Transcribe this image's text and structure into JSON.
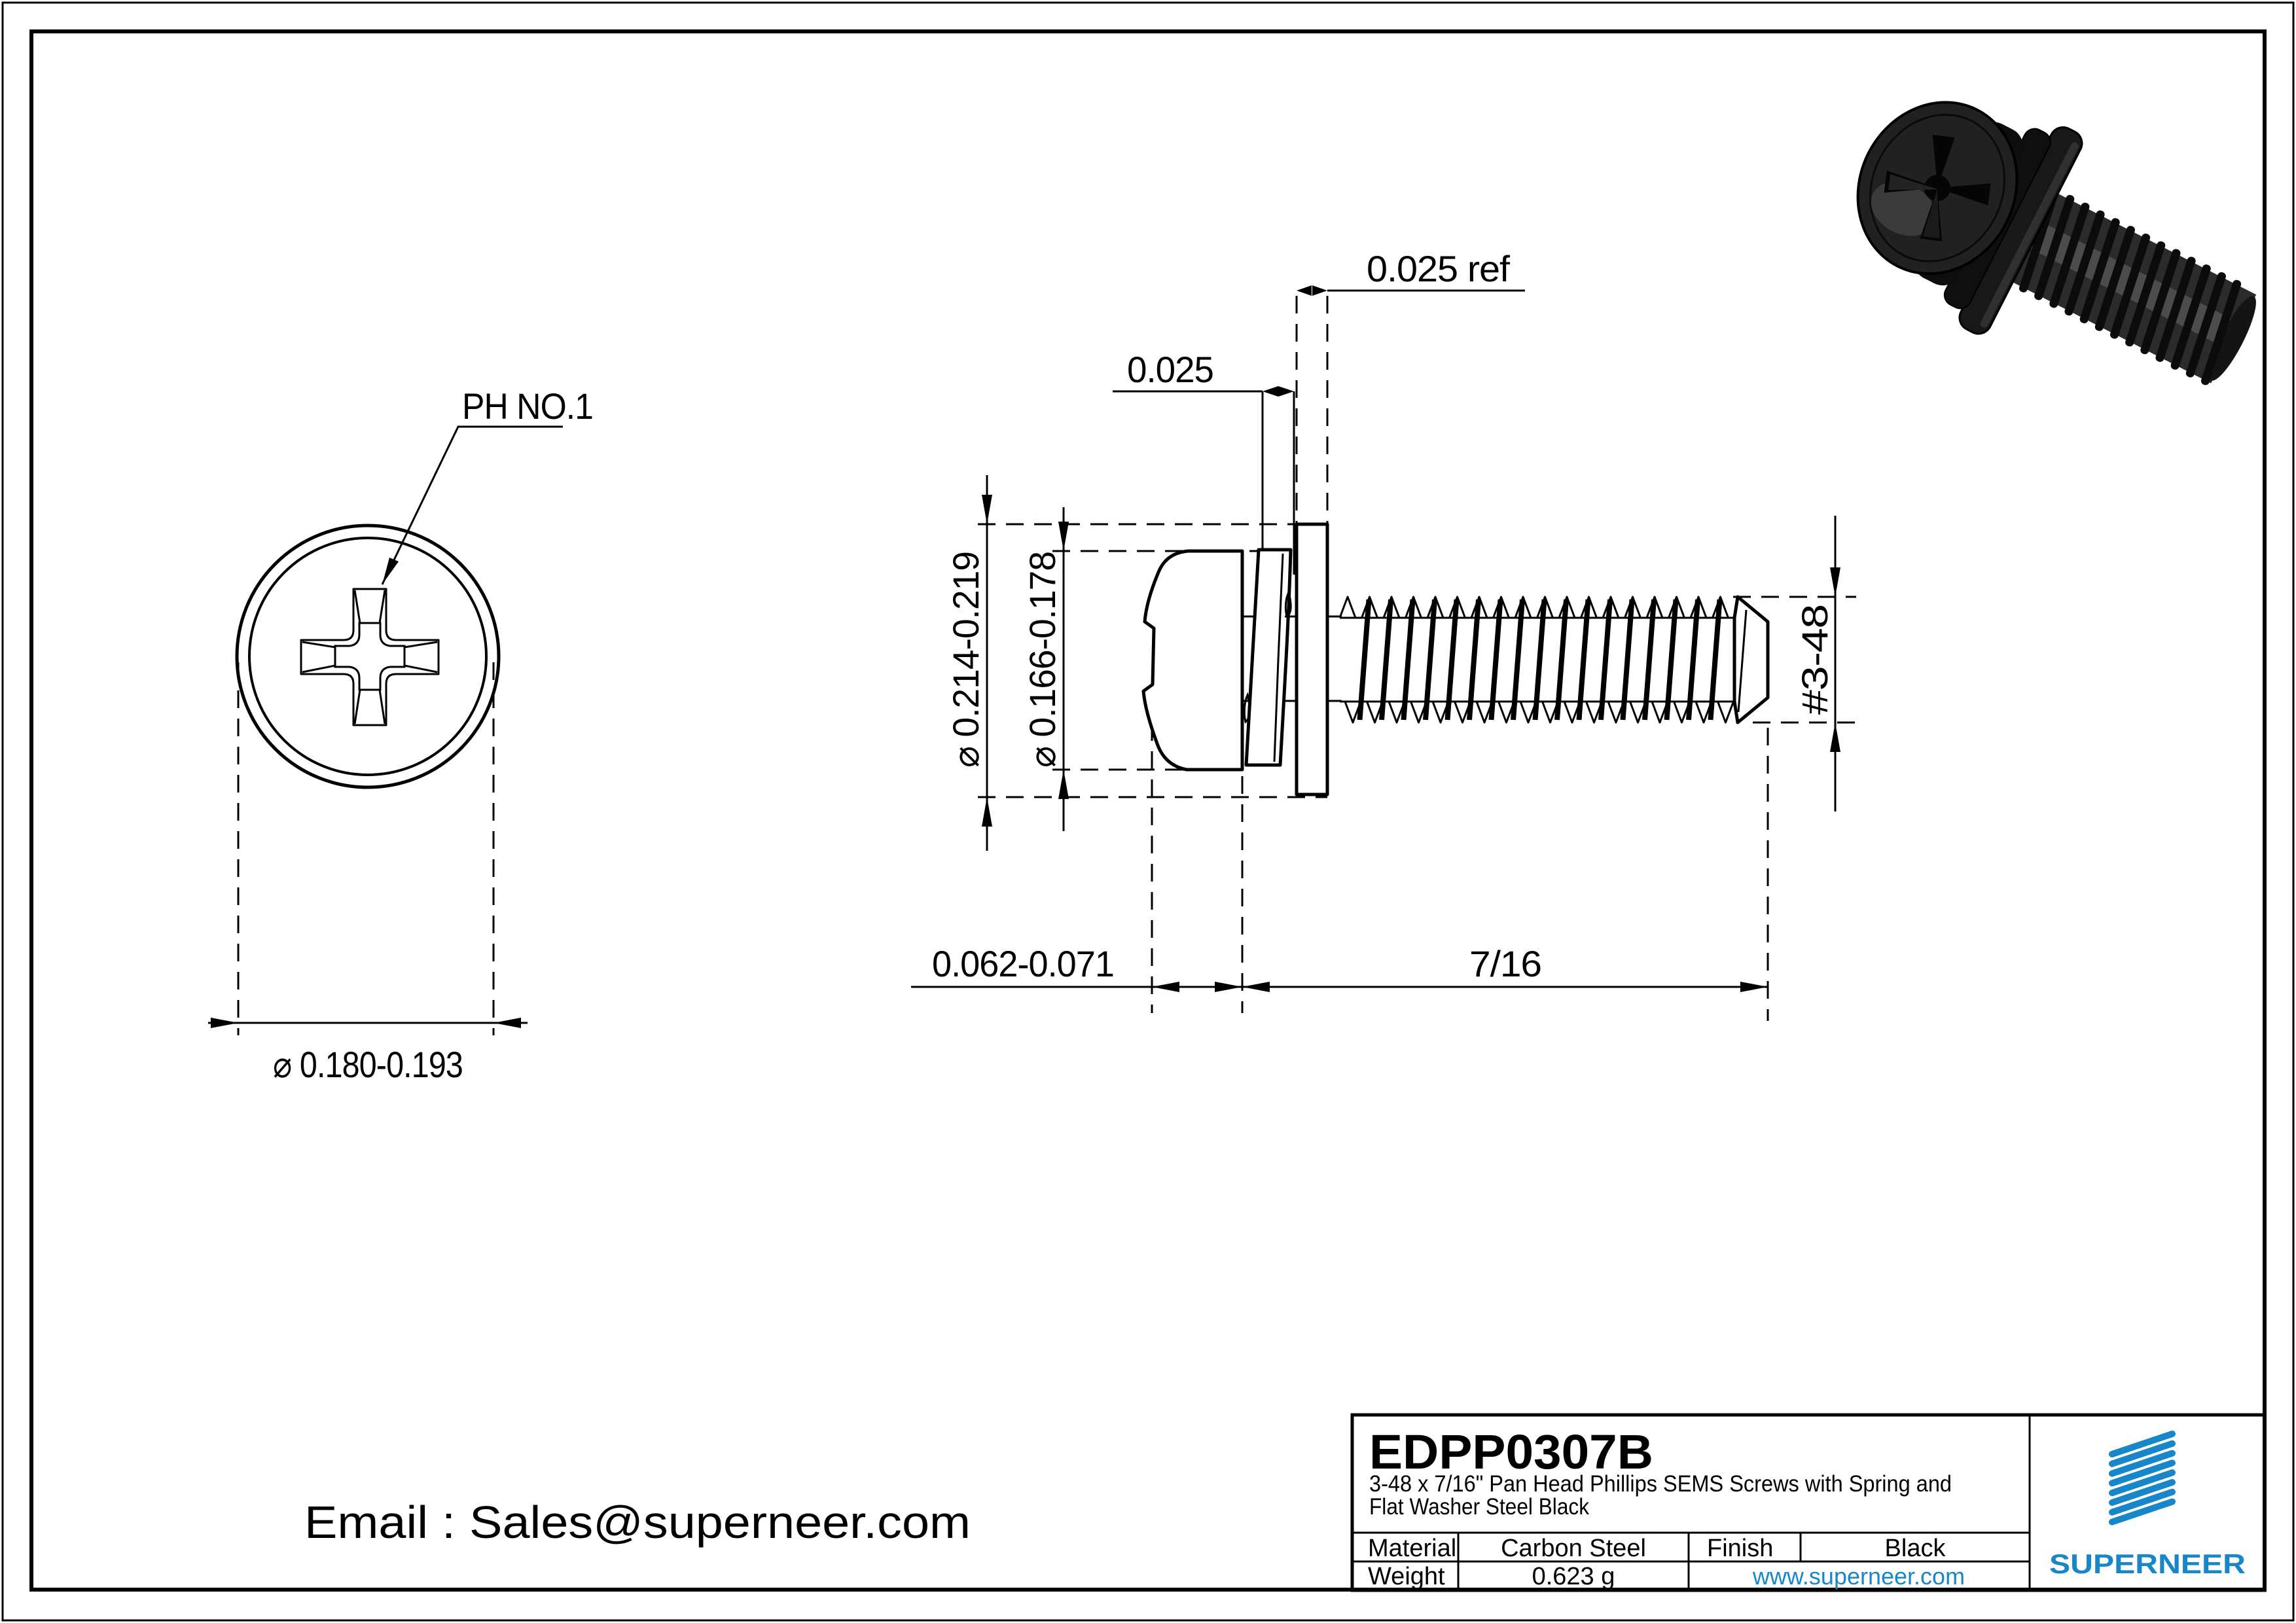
{
  "accent_color": "#1787c9",
  "views": {
    "front": {
      "phillips_label": "PH NO.1",
      "head_diameter": "⌀ 0.180-0.193"
    },
    "side": {
      "flat_washer_thickness": "0.025 ref",
      "spring_washer_thickness": "0.025",
      "washer_od": "⌀ 0.214-0.219",
      "head_od": "⌀ 0.166-0.178",
      "head_height": "0.062-0.071",
      "thread_length": "7/16",
      "thread_size": "#3-48"
    }
  },
  "footer": {
    "email": "Email : Sales@superneer.com"
  },
  "title_block": {
    "part_number": "EDPP0307B",
    "description_line1": "3-48 x 7/16\" Pan Head Phillips SEMS Screws with Spring and",
    "description_line2": "Flat Washer Steel Black",
    "material_label": "Material",
    "material_value": "Carbon Steel",
    "finish_label": "Finish",
    "finish_value": "Black",
    "weight_label": "Weight",
    "weight_value": "0.623 g",
    "website": "www.superneer.com",
    "brand": "SUPERNEER"
  }
}
